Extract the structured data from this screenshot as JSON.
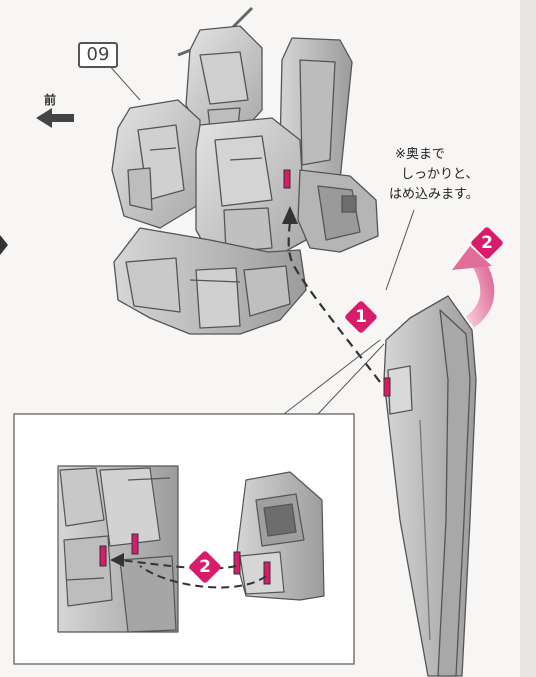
{
  "step": {
    "number": "09"
  },
  "direction": {
    "front_label": "前"
  },
  "note": {
    "lines": [
      "※奥まで",
      "しっかりと、",
      "はめ込みます。"
    ]
  },
  "steps": [
    {
      "label": "1"
    },
    {
      "label": "2"
    },
    {
      "label": "2"
    }
  ],
  "colors": {
    "accent": "#d81b6a",
    "arrow_pink": "#e8799f",
    "part_gray": "#c4c4c4",
    "outline": "#555555"
  }
}
